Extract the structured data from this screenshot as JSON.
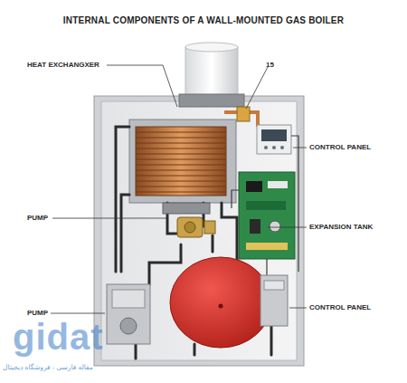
{
  "diagram": {
    "title": "INTERNAL COMPONENTS OF A WALL-MOUNTED GAS BOILER",
    "labels": [
      "HEAT EXCHANGXER",
      "15",
      "CONTROL PANEL",
      "PUMP",
      "EXPANSION TANK",
      "PUMP",
      "CONTROL PANEL",
      "gidat",
      "مقاله فارسی - فروشگاه دیجیتال"
    ]
  }
}
